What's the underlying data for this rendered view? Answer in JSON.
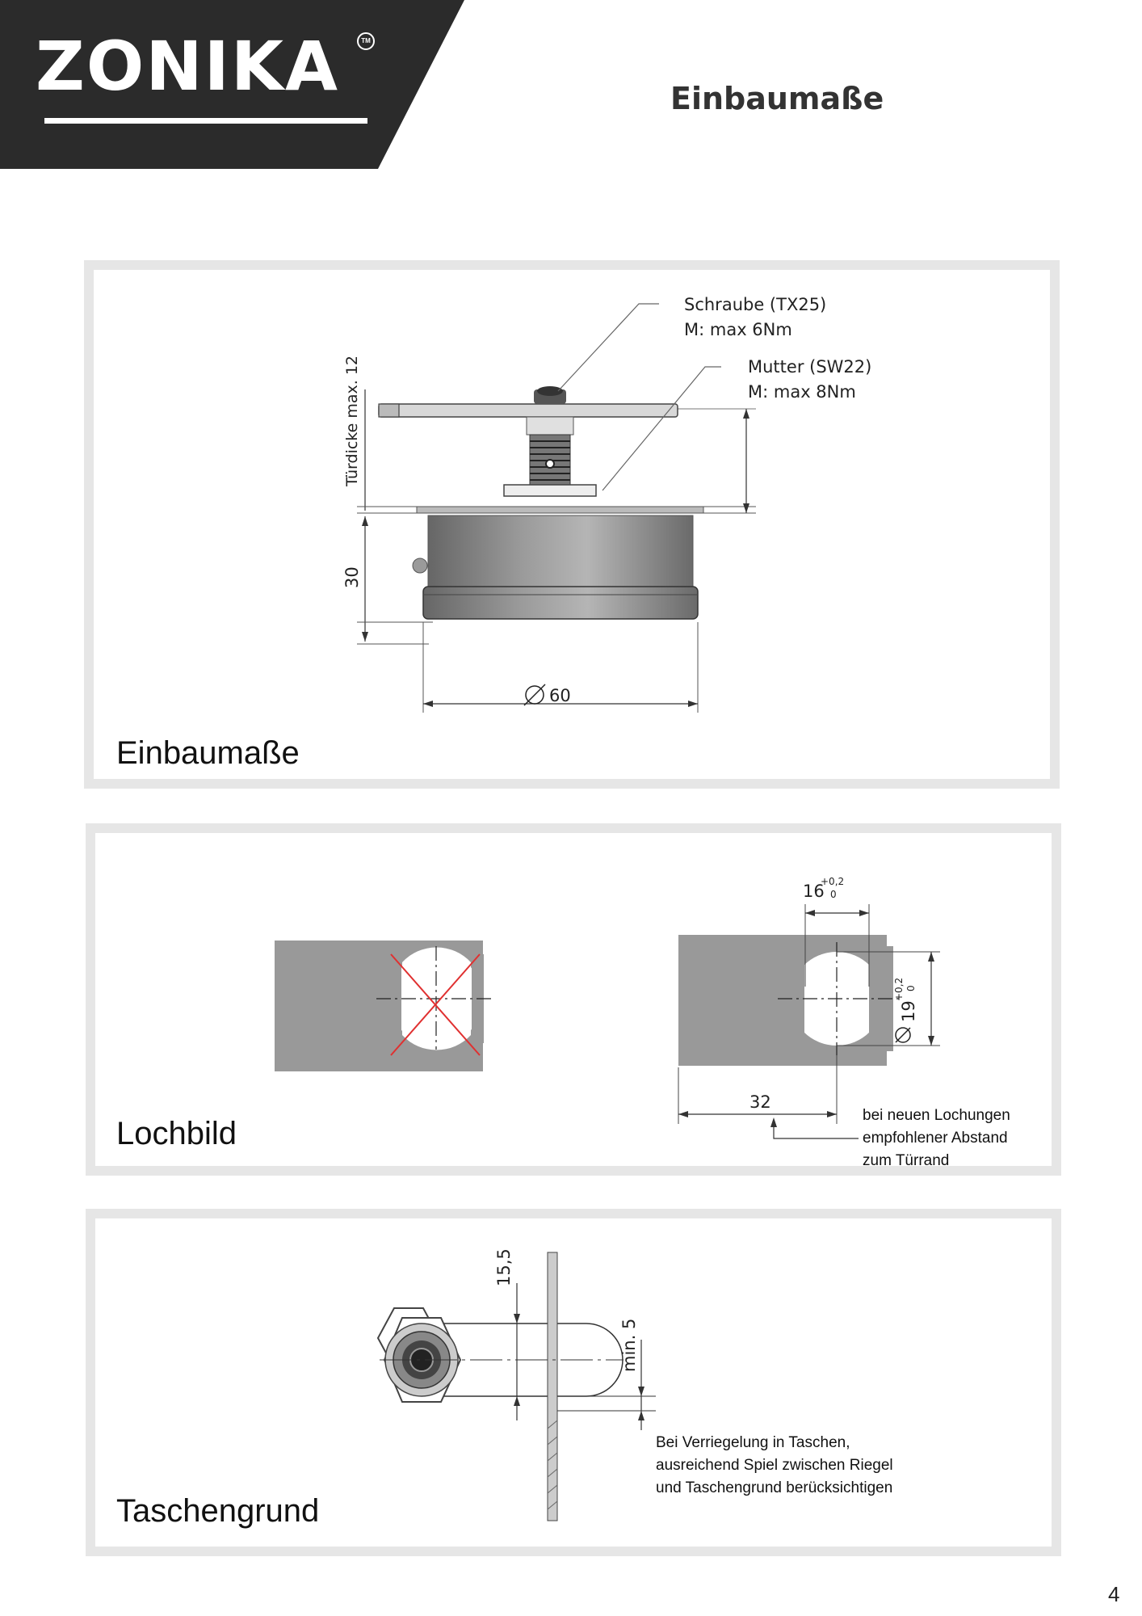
{
  "brand": {
    "logo": "ZONIKA",
    "tm": "TM"
  },
  "page": {
    "title": "Einbaumaße",
    "number": "4"
  },
  "panels": {
    "einbau": {
      "title": "Einbaumaße",
      "labels": {
        "screw_line1": "Schraube (TX25)",
        "screw_line2": "M: max 6Nm",
        "nut_line1": "Mutter (SW22)",
        "nut_line2": "M: max 8Nm",
        "door_thickness": "Türdicke max. 12",
        "height": "30",
        "diameter": "60"
      }
    },
    "lochbild": {
      "title": "Lochbild",
      "labels": {
        "width": "16",
        "width_tol_upper": "+0,2",
        "width_tol_lower": "0",
        "diameter": "19",
        "diam_tol_upper": "+0,2",
        "diam_tol_lower": "0",
        "edge_distance": "32"
      },
      "note": [
        "bei neuen Lochungen",
        "empfohlener Abstand",
        "zum Türrand"
      ]
    },
    "taschengrund": {
      "title": "Taschengrund",
      "labels": {
        "offset": "15,5",
        "min": "min. 5"
      },
      "note": [
        "Bei Verriegelung in Taschen,",
        "ausreichend Spiel zwischen Riegel",
        "und Taschengrund berücksichtigen"
      ]
    }
  },
  "colors": {
    "header": "#2b2b2b",
    "panel_border": "#e6e6e6",
    "plate": "#999999",
    "cross": "#e03030"
  }
}
